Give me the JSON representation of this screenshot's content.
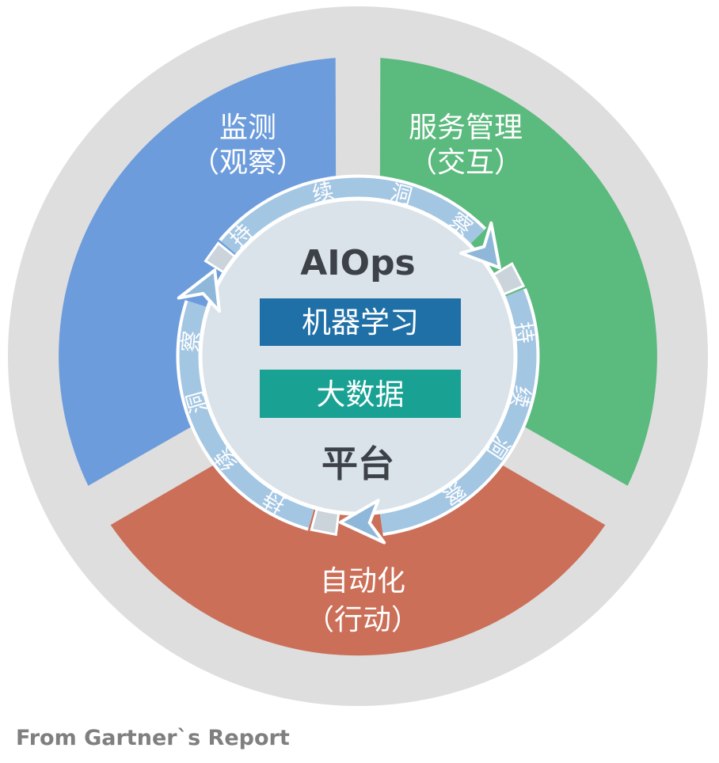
{
  "center": {
    "heading": "AIOps",
    "machine_learning": "机器学习",
    "big_data": "大数据",
    "platform": "平台"
  },
  "sectors": {
    "monitoring": {
      "name": "监测",
      "sub": "（观察）"
    },
    "service_management": {
      "name": "服务管理",
      "sub": "（交互）"
    },
    "automation": {
      "name": "自动化",
      "sub": "（行动）"
    }
  },
  "cycle": {
    "phrase": "持续洞察",
    "chars": [
      "洞",
      "察",
      "持",
      "续",
      "洞",
      "察",
      "持",
      "续",
      "洞",
      "察",
      "持",
      "续"
    ]
  },
  "caption": "From Gartner`s Report",
  "colors": {
    "outer_ring": "#DEDEDE",
    "monitoring": "#6C9CDC",
    "service_management": "#5BBA7D",
    "automation": "#CB6F58",
    "cycle_band": "#A3C6E3",
    "cycle_head": "#8FB7D9",
    "cycle_gap_wedge": "#CBD4DB",
    "inner_circle": "#DBE3EA",
    "machine_learning_box": "#2070A8",
    "big_data_box": "#19A293",
    "dark_text": "#3C4247",
    "caption_text": "#7F7F7F"
  }
}
